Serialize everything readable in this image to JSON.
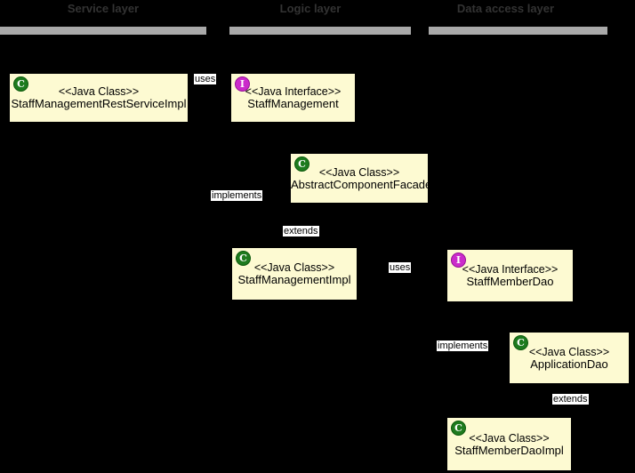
{
  "header": {
    "layers": [
      {
        "title": "Service layer"
      },
      {
        "title": "Logic layer"
      },
      {
        "title": "Data access layer"
      }
    ]
  },
  "nodes": [
    {
      "kind": "class",
      "letter": "C",
      "stereotype": "<<Java Class>>",
      "name": "StaffManagementRestServiceImpl"
    },
    {
      "kind": "interface",
      "letter": "I",
      "stereotype": "<<Java Interface>>",
      "name": "StaffManagement"
    },
    {
      "kind": "class",
      "letter": "C",
      "stereotype": "<<Java Class>>",
      "name": "AbstractComponentFacade"
    },
    {
      "kind": "class",
      "letter": "C",
      "stereotype": "<<Java Class>>",
      "name": "StaffManagementImpl"
    },
    {
      "kind": "interface",
      "letter": "I",
      "stereotype": "<<Java Interface>>",
      "name": "StaffMemberDao"
    },
    {
      "kind": "class",
      "letter": "C",
      "stereotype": "<<Java Class>>",
      "name": "ApplicationDao"
    },
    {
      "kind": "class",
      "letter": "C",
      "stereotype": "<<Java Class>>",
      "name": "StaffMemberDaoImpl"
    }
  ],
  "edge_labels": [
    {
      "text": "uses"
    },
    {
      "text": "implements"
    },
    {
      "text": "extends"
    },
    {
      "text": "uses"
    },
    {
      "text": "implements"
    },
    {
      "text": "extends"
    }
  ],
  "colors": {
    "background": "#000000",
    "layer_bar": "#a9a9a9",
    "layer_title": "#333333",
    "node_fill": "#fdfad2",
    "node_border": "#000000",
    "class_icon": "#1e7b1e",
    "interface_icon": "#cb2bcb",
    "edge_label_bg": "#ffffff",
    "edge_label_text": "#000000"
  }
}
